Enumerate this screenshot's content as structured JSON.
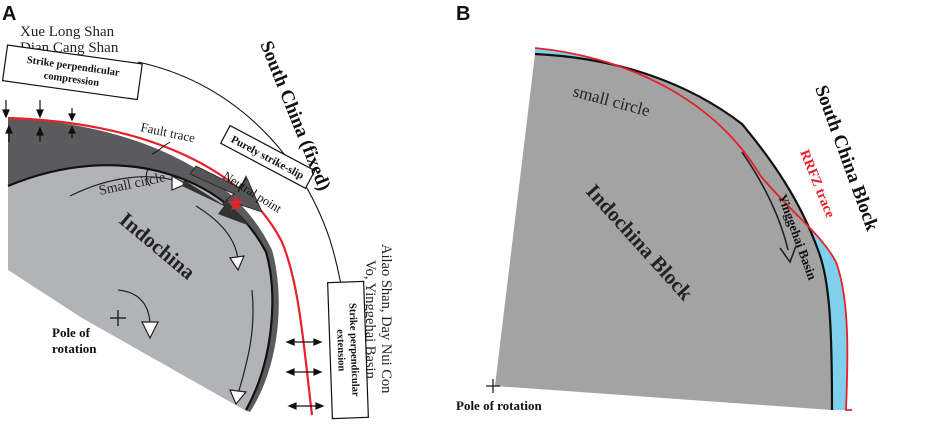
{
  "panel_a": {
    "label": "A",
    "top_labels": [
      "Xue Long Shan",
      "Dian Cang Shan"
    ],
    "box_compression": [
      "Strike perpendicular",
      "compression"
    ],
    "fault_trace": "Fault trace",
    "box_strike_slip": "Purely strike-slip",
    "neutral_point": "Neutral point",
    "small_circle": "Small circle",
    "indochina": "Indochina",
    "south_china": "South China (fixed)",
    "pole": [
      "Pole of",
      "rotation"
    ],
    "right_labels": [
      "Ailao Shan, Day Nui Con",
      "Vo, Yinggehai Basin"
    ],
    "box_extension": [
      "Strike perpendicular",
      "extension"
    ]
  },
  "panel_b": {
    "label": "B",
    "small_circle": "small   circle",
    "south_china_block": "South China Block",
    "rrfz": "RRFZ   trace",
    "yinggehai": "Yinggehai Basin",
    "indochina_block": "Indochina Block",
    "pole": "Pole of rotation"
  },
  "colors": {
    "light_gray": "#b2b3b6",
    "dark_gray": "#5b5b5e",
    "panel_b_gray": "#a3a3a3",
    "basin_blue": "#7fd0ec",
    "trace_red": "#e8202a",
    "ink": "#1f1f1f"
  }
}
